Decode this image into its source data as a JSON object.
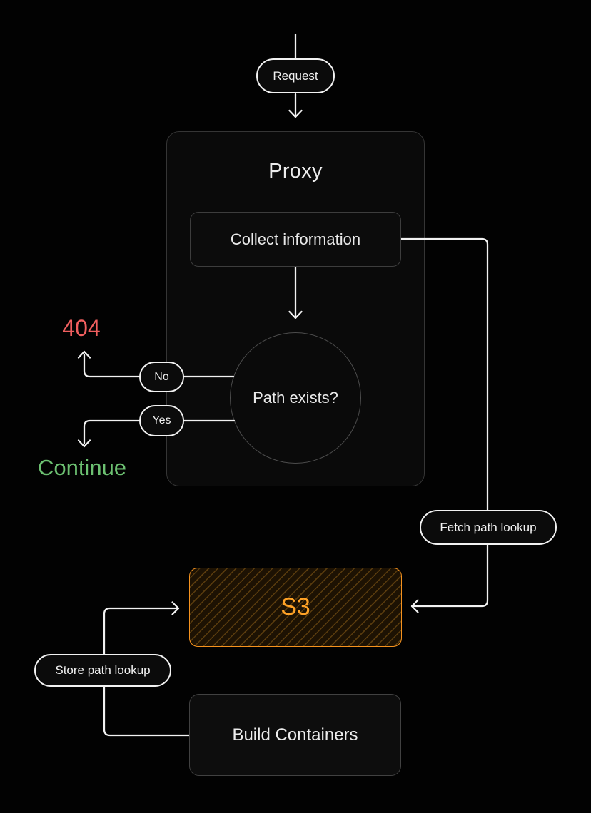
{
  "diagram": {
    "request_label": "Request",
    "proxy_title": "Proxy",
    "collect_label": "Collect information",
    "decision_label": "Path exists?",
    "no_label": "No",
    "yes_label": "Yes",
    "error_label": "404",
    "continue_label": "Continue",
    "fetch_label": "Fetch path lookup",
    "store_label": "Store path lookup",
    "s3_label": "S3",
    "build_label": "Build Containers",
    "colors": {
      "error": "#f05f5f",
      "success": "#6cc071",
      "accent_orange": "#f5921e",
      "accent_orange_bright": "#ffa226",
      "line": "#f2f2f2"
    }
  }
}
